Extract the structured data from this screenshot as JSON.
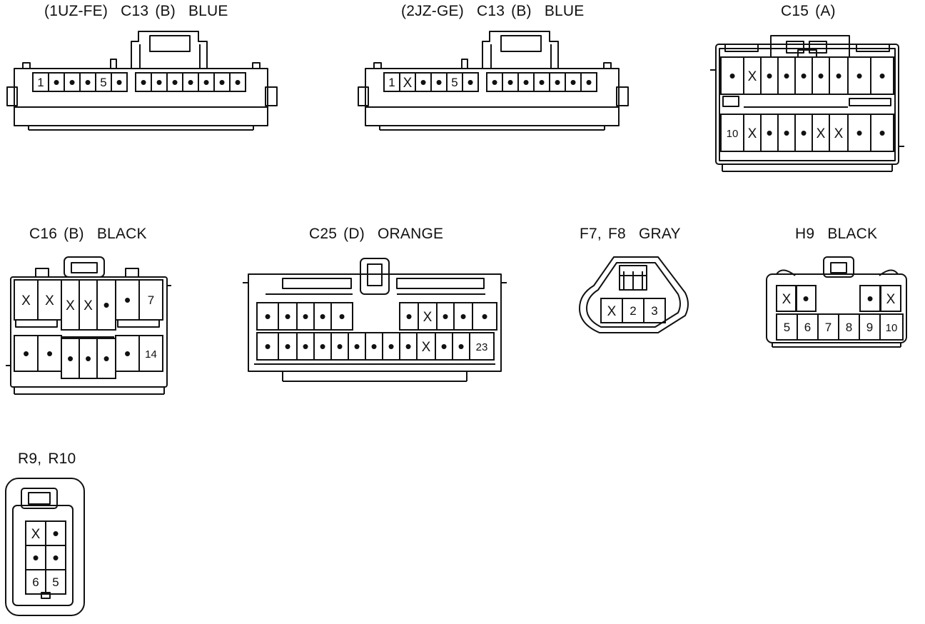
{
  "connectors": [
    {
      "id": "c13-1uz",
      "title": "(1UZ-FE)  C13 (B)  BLUE",
      "rows": [
        [
          "1",
          "•",
          "•",
          "•",
          "5",
          "•",
          "",
          "•",
          "•",
          "•",
          "•",
          "•",
          "•",
          "•"
        ]
      ]
    },
    {
      "id": "c13-2jz",
      "title": "(2JZ-GE)  C13 (B)  BLUE",
      "rows": [
        [
          "1",
          "X",
          "•",
          "•",
          "5",
          "•",
          "",
          "•",
          "•",
          "•",
          "•",
          "•",
          "•",
          "•"
        ]
      ]
    },
    {
      "id": "c15",
      "title": "C15 (A)",
      "rows": [
        [
          "•",
          "X",
          "•",
          "•",
          "•",
          "•",
          "•",
          "•",
          "•"
        ],
        [
          "10",
          "X",
          "•",
          "•",
          "•",
          "X",
          "X",
          "•",
          "•"
        ]
      ]
    },
    {
      "id": "c16",
      "title": "C16 (B)  BLACK",
      "rows": [
        [
          "X",
          "X",
          "X",
          "X",
          "•",
          "•",
          "7"
        ],
        [
          "•",
          "•",
          "•",
          "•",
          "•",
          "•",
          "14"
        ]
      ]
    },
    {
      "id": "c25",
      "title": "C25 (D)  ORANGE",
      "rows": [
        [
          "•",
          "•",
          "•",
          "•",
          "•",
          "",
          "•",
          "X",
          "•",
          "•",
          "•"
        ],
        [
          "•",
          "•",
          "•",
          "•",
          "•",
          "•",
          "•",
          "•",
          "•",
          "X",
          "•",
          "•",
          "23"
        ]
      ]
    },
    {
      "id": "f7f8",
      "title": "F7, F8  GRAY",
      "rows": [
        [
          "X",
          "2",
          "3"
        ]
      ]
    },
    {
      "id": "h9",
      "title": "H9  BLACK",
      "rows": [
        [
          "X",
          "•",
          "",
          "",
          "",
          "•",
          "X"
        ],
        [
          "5",
          "6",
          "7",
          "8",
          "9",
          "10"
        ]
      ]
    },
    {
      "id": "r9r10",
      "title": "R9, R10",
      "rows": [
        [
          "X",
          "•"
        ],
        [
          "•",
          "•"
        ],
        [
          "6",
          "5"
        ]
      ]
    }
  ]
}
